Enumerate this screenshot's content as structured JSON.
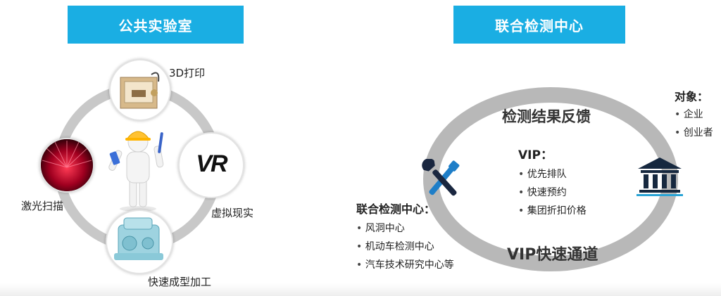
{
  "colors": {
    "title_bg": "#1aaee3",
    "ring": "#c8c8c8",
    "oval": "#b8b8b8",
    "bank": "#16283f"
  },
  "left": {
    "title": "公共实验室",
    "items": {
      "printing": "3D打印",
      "vr": "虚拟现实",
      "laser": "激光扫描",
      "forming": "快速成型加工"
    },
    "vr_logo": "VR"
  },
  "right": {
    "title": "联合检测中心",
    "feedback": "检测结果反馈",
    "fast_track": "VIP快速通道",
    "vip": {
      "heading": "VIP：",
      "items": [
        "优先排队",
        "快速预约",
        "集团折扣价格"
      ]
    },
    "center": {
      "heading": "联合检测中心：",
      "items": [
        "风洞中心",
        "机动车检测中心",
        "汽车技术研究中心等"
      ]
    },
    "target": {
      "heading": "对象：",
      "items": [
        "企业",
        "创业者"
      ]
    }
  }
}
